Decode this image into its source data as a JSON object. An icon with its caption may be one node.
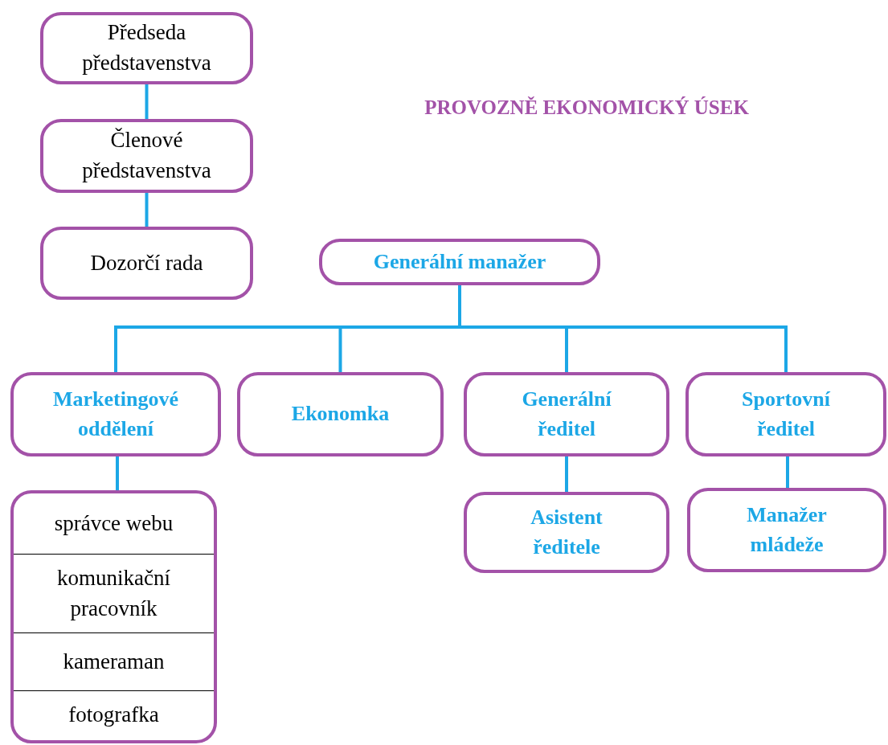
{
  "diagram": {
    "title": "PROVOZNĚ EKONOMICKÝ ÚSEK",
    "nodes": [
      {
        "text": [
          "Předseda představenstva"
        ]
      },
      {
        "text": [
          "Členové představenstva"
        ]
      },
      {
        "text": [
          "Dozorčí rada"
        ]
      },
      {
        "text": [
          "Generální manažer"
        ]
      },
      {
        "text": [
          "Marketingové oddělení"
        ]
      },
      {
        "text": [
          "Ekonomka"
        ]
      },
      {
        "text": [
          "Generální ředitel"
        ]
      },
      {
        "text": [
          "Sportovní ředitel"
        ]
      },
      {
        "text": [
          "správce webu",
          "komunikační pracovník",
          "kameraman",
          "fotografka"
        ]
      },
      {
        "text": [
          "Asistent ředitele"
        ]
      },
      {
        "text": [
          "Manažer mládeže"
        ]
      }
    ],
    "edges": [
      {
        "from": 0,
        "to": 1,
        "arrow": "none"
      },
      {
        "from": 1,
        "to": 2,
        "arrow": "none"
      },
      {
        "from": 3,
        "to": 4,
        "arrow": "none"
      },
      {
        "from": 3,
        "to": 5,
        "arrow": "none"
      },
      {
        "from": 3,
        "to": 6,
        "arrow": "none"
      },
      {
        "from": 3,
        "to": 7,
        "arrow": "none"
      },
      {
        "from": 4,
        "to": 8,
        "arrow": "none"
      },
      {
        "from": 6,
        "to": 9,
        "arrow": "none"
      },
      {
        "from": 7,
        "to": 10,
        "arrow": "none"
      }
    ]
  }
}
